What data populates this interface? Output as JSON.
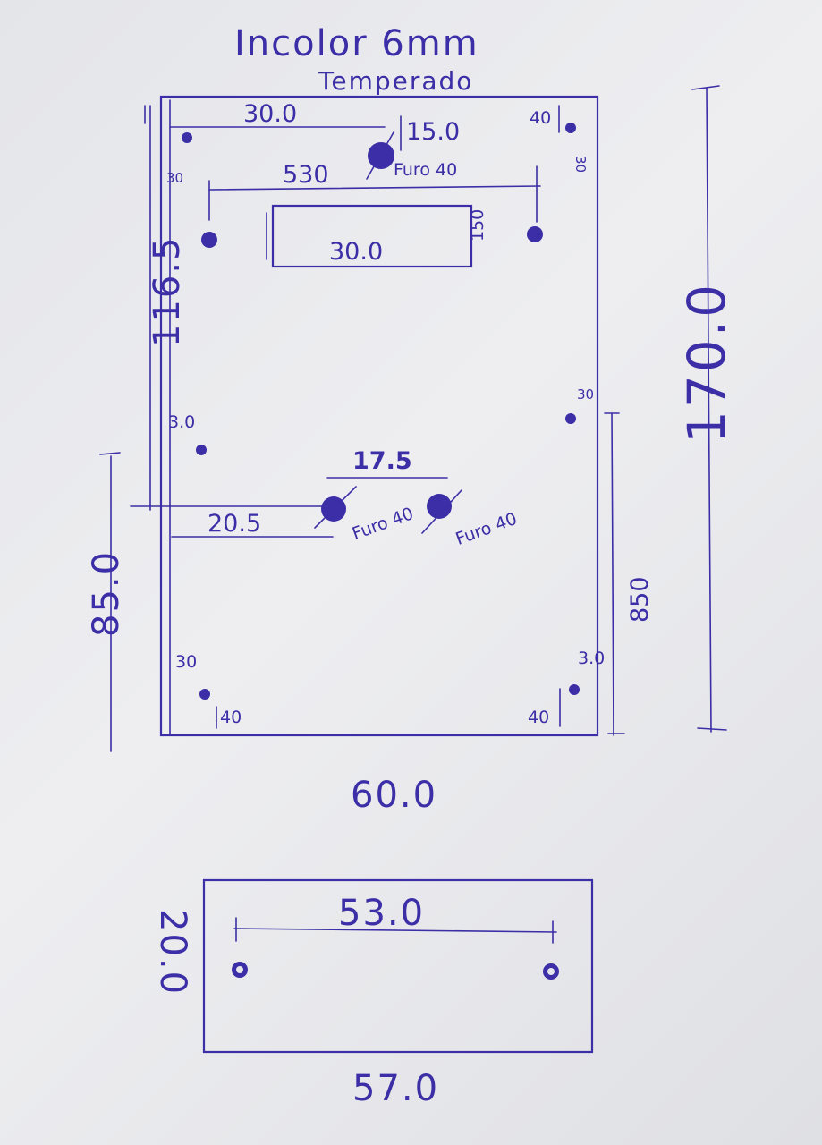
{
  "title": "Incolor 6mm",
  "subtitle": "Temperado",
  "top_panel": {
    "label_30_top": "30.0",
    "label_15": "15.0",
    "label_40_tr": "40",
    "label_30_tr": "30",
    "label_30_tl": "30",
    "label_530": "530",
    "label_furo_top": "Furo 40",
    "label_cutout_w": "30.0",
    "label_cutout_h": "150",
    "label_1165": "116.5",
    "label_1700": "170.0",
    "label_30_ml": "3.0",
    "label_30_mr": "30",
    "label_175": "17.5",
    "label_205": "20.5",
    "label_furo_mid1": "Furo 40",
    "label_furo_mid2": "Furo 40",
    "label_850_left": "85.0",
    "label_850_right": "850",
    "label_30_bl": "30",
    "label_40_bl": "40",
    "label_30_br": "3.0",
    "label_40_br": "40",
    "label_width": "60.0"
  },
  "bottom_panel": {
    "label_53": "53.0",
    "label_20": "20.0",
    "label_57": "57.0"
  }
}
